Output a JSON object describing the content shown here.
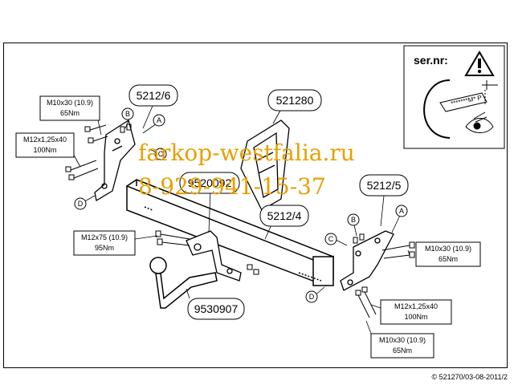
{
  "part_labels": {
    "p5212_6": "5212/6",
    "p521280": "521280",
    "p9520092": "9520092",
    "p5212_4": "5212/4",
    "p5212_5": "5212/5",
    "p9530907": "9530907"
  },
  "torque_labels": {
    "tl1_size": "M10x30 (10.9)",
    "tl1_torque": "65Nm",
    "tl2_size": "M12x1,25x40",
    "tl2_torque": "100Nm",
    "tl3_size": "M12x75 (10.9)",
    "tl3_torque": "95Nm",
    "tr1_size": "M10x30 (10.9)",
    "tr1_torque": "65Nm",
    "tr2_size": "M12x1,25x40",
    "tr2_torque": "100Nm",
    "tr3_size": "M10x30 (10.9)",
    "tr3_torque": "65Nm"
  },
  "letters": {
    "a": "A",
    "b": "B",
    "c": "C",
    "d": "D"
  },
  "ser_box": {
    "title": "ser.nr:",
    "plate_text": "*******M* P",
    "dim_label": "P"
  },
  "watermark": {
    "site": "farkop-westfalia.ru",
    "phone": "8-929-941-15-37"
  },
  "copyright": "© 521270/03-08-2011/2",
  "colors": {
    "line": "#000000",
    "watermark": "#e8a000"
  }
}
